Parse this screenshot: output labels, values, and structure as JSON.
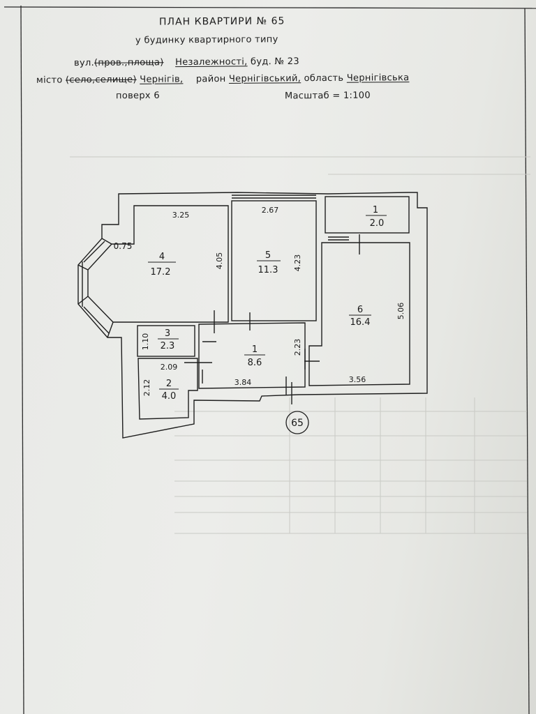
{
  "title": {
    "line1": "ПЛАН КВАРТИРИ № 65",
    "line2": "у будинку квартирного типу"
  },
  "address": {
    "street_prefix": "вул.",
    "street_struck": "(пров.,площа)",
    "street_name": "Незалежності,",
    "building": "буд. № 23",
    "city_prefix": "місто",
    "city_struck": "(село,селище)",
    "city_name": "Чернігів,",
    "district_prefix": "район",
    "district_name": "Чернігівський,",
    "region_prefix": "область",
    "region_name": "Чернігівська",
    "floor": "поверх 6",
    "scale": "Масштаб = 1:100"
  },
  "rooms": [
    {
      "id": "4",
      "area": "17.2",
      "dim_w": "3.25",
      "dim_h": "4.05",
      "extra": "0.75"
    },
    {
      "id": "5",
      "area": "11.3",
      "dim_w": "2.67",
      "dim_h": "4.23"
    },
    {
      "id": "1",
      "area": "2.0"
    },
    {
      "id": "6",
      "area": "16.4",
      "dim_w": "3.56",
      "dim_h": "5.06"
    },
    {
      "id": "3",
      "area": "2.3",
      "dim_h": "1.10"
    },
    {
      "id": "2",
      "area": "4.0",
      "dim_w": "2.09",
      "dim_h": "2.12"
    },
    {
      "id": "1",
      "area": "8.6",
      "dim_w": "3.84",
      "dim_h": "2.23"
    }
  ],
  "apartment_marker": "65"
}
